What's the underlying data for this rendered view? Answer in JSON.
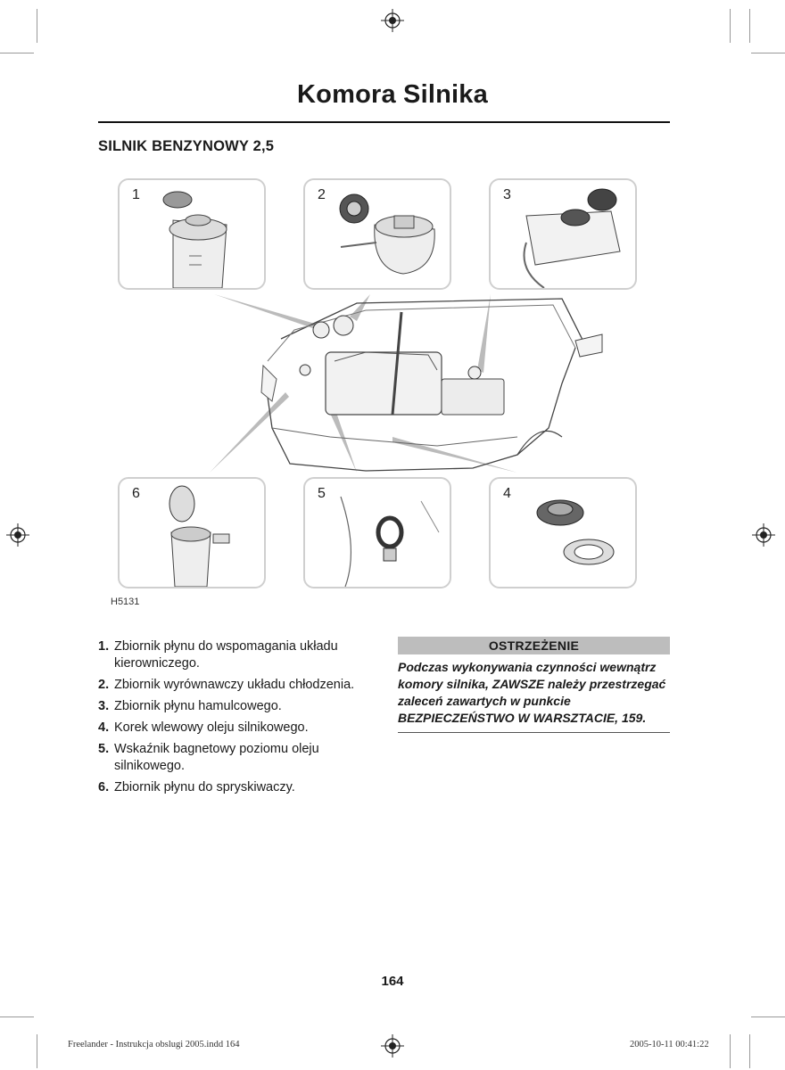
{
  "page": {
    "title": "Komora Silnika",
    "section_heading": "SILNIK BENZYNOWY 2,5",
    "page_number": "164"
  },
  "figure": {
    "code": "H5131",
    "panels": [
      "1",
      "2",
      "3",
      "4",
      "5",
      "6"
    ]
  },
  "items": [
    {
      "num": "1.",
      "text": "Zbiornik płynu do wspomagania układu kierowniczego."
    },
    {
      "num": "2.",
      "text": "Zbiornik wyrównawczy układu chłodzenia."
    },
    {
      "num": "3.",
      "text": "Zbiornik płynu hamulcowego."
    },
    {
      "num": "4.",
      "text": "Korek wlewowy oleju silnikowego."
    },
    {
      "num": "5.",
      "text": "Wskaźnik bagnetowy poziomu oleju silnikowego."
    },
    {
      "num": "6.",
      "text": "Zbiornik płynu do spryskiwaczy."
    }
  ],
  "warning": {
    "heading": "OSTRZEŻENIE",
    "text": "Podczas wykonywania czynności wewnątrz komory silnika, ZAWSZE należy przestrzegać zaleceń zawartych w punkcie BEZPIECZEŃSTWO W WARSZTACIE, 159."
  },
  "footer": {
    "left": "Freelander - Instrukcja obslugi 2005.indd   164",
    "right": "2005-10-11   00:41:22"
  }
}
